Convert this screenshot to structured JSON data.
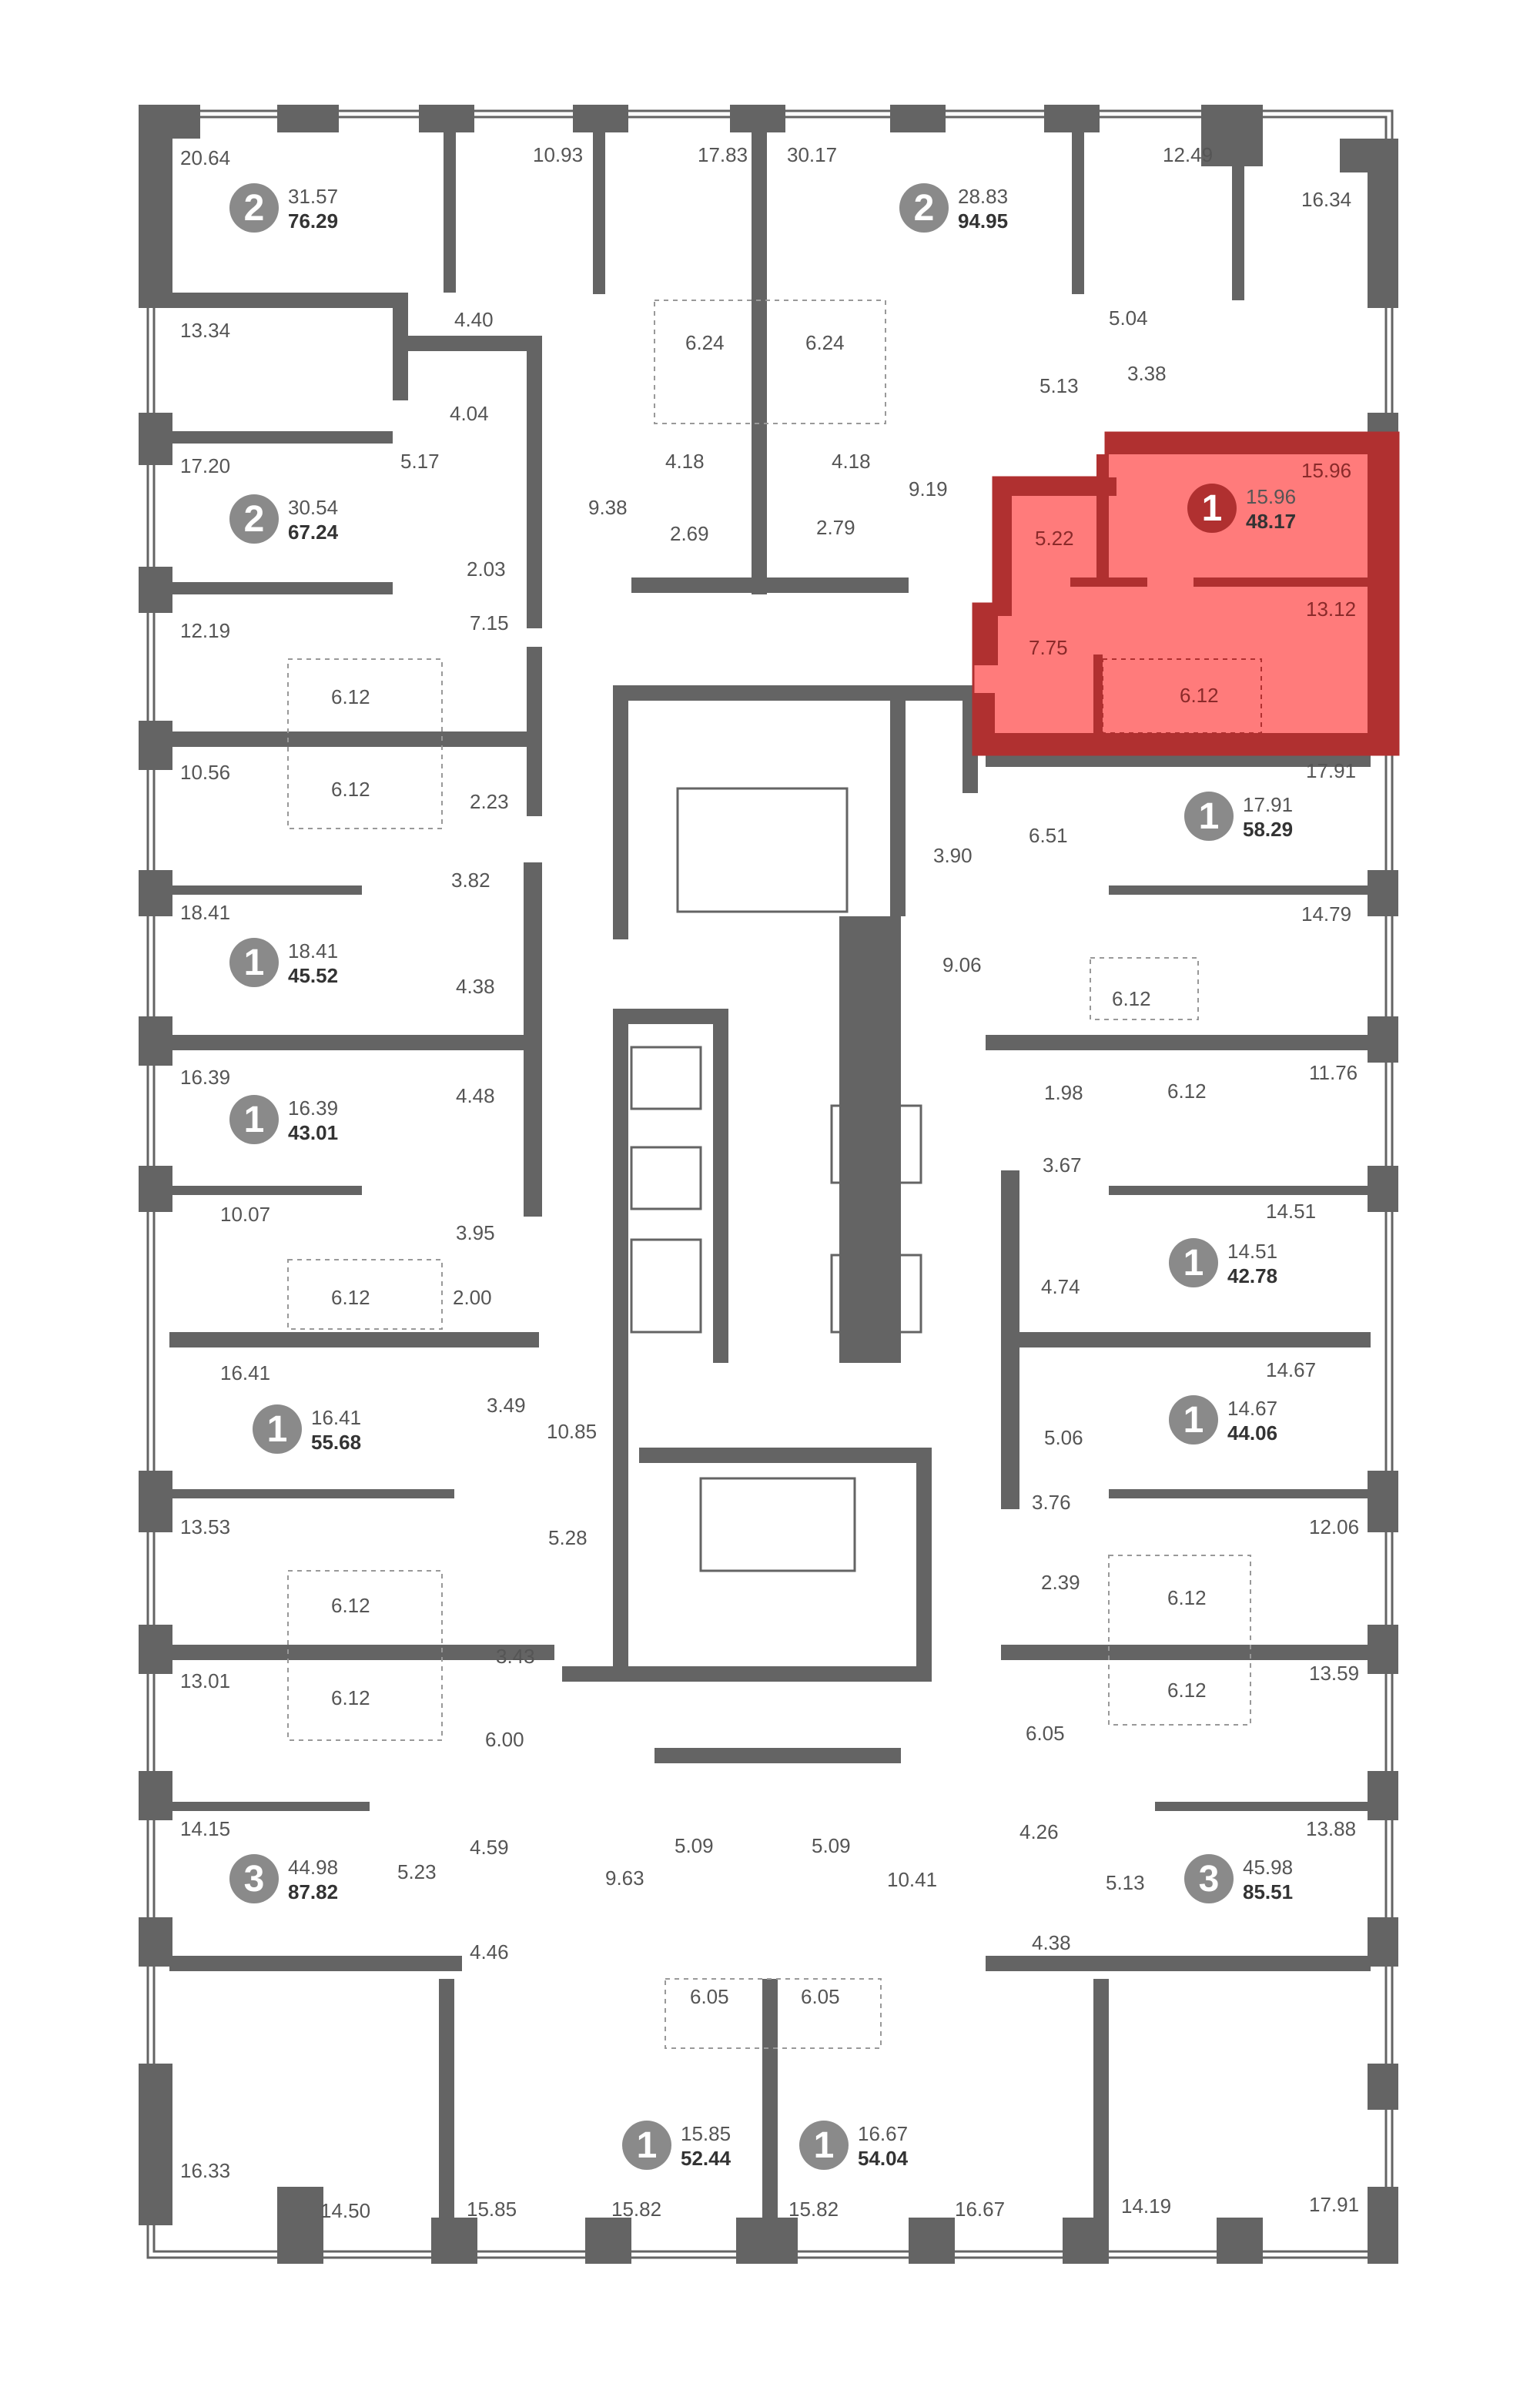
{
  "colors": {
    "wall": "#646464",
    "highlight_fill": "#ff7b7b",
    "highlight_stroke": "#b03030",
    "badge": "#8a8a8a",
    "badge_highlight": "#b03030"
  },
  "apartments": [
    {
      "rooms": "2",
      "living": "31.57",
      "total": "76.29"
    },
    {
      "rooms": "2",
      "living": "28.83",
      "total": "94.95"
    },
    {
      "rooms": "2",
      "living": "30.54",
      "total": "67.24"
    },
    {
      "rooms": "1",
      "living": "15.96",
      "total": "48.17",
      "selected": true
    },
    {
      "rooms": "1",
      "living": "17.91",
      "total": "58.29"
    },
    {
      "rooms": "1",
      "living": "18.41",
      "total": "45.52"
    },
    {
      "rooms": "1",
      "living": "16.39",
      "total": "43.01"
    },
    {
      "rooms": "1",
      "living": "14.51",
      "total": "42.78"
    },
    {
      "rooms": "1",
      "living": "16.41",
      "total": "55.68"
    },
    {
      "rooms": "1",
      "living": "14.67",
      "total": "44.06"
    },
    {
      "rooms": "3",
      "living": "44.98",
      "total": "87.82"
    },
    {
      "rooms": "3",
      "living": "45.98",
      "total": "85.51"
    },
    {
      "rooms": "1",
      "living": "15.85",
      "total": "52.44"
    },
    {
      "rooms": "1",
      "living": "16.67",
      "total": "54.04"
    }
  ],
  "room_areas": [
    "20.64",
    "10.93",
    "17.83",
    "30.17",
    "12.49",
    "16.34",
    "4.40",
    "5.04",
    "13.34",
    "6.24",
    "6.24",
    "5.13",
    "3.38",
    "4.04",
    "17.20",
    "5.17",
    "4.18",
    "4.18",
    "9.38",
    "9.19",
    "15.96",
    "5.22",
    "2.69",
    "2.79",
    "2.03",
    "7.15",
    "12.19",
    "13.12",
    "7.75",
    "6.12",
    "6.12",
    "10.56",
    "6.12",
    "2.23",
    "17.91",
    "6.51",
    "3.90",
    "3.82",
    "18.41",
    "14.79",
    "9.06",
    "4.38",
    "6.12",
    "16.39",
    "4.48",
    "1.98",
    "6.12",
    "11.76",
    "3.67",
    "10.07",
    "14.51",
    "3.95",
    "6.12",
    "2.00",
    "4.74",
    "16.41",
    "14.67",
    "3.49",
    "10.85",
    "5.06",
    "3.76",
    "13.53",
    "5.28",
    "12.06",
    "2.39",
    "6.12",
    "6.12",
    "3.43",
    "13.01",
    "13.59",
    "6.12",
    "6.12",
    "6.00",
    "6.05",
    "14.15",
    "4.59",
    "4.26",
    "13.88",
    "5.09",
    "5.09",
    "9.63",
    "10.41",
    "5.23",
    "5.13",
    "4.46",
    "4.38",
    "6.05",
    "6.05",
    "16.33",
    "14.50",
    "15.85",
    "15.82",
    "15.82",
    "16.67",
    "14.19",
    "17.91"
  ]
}
